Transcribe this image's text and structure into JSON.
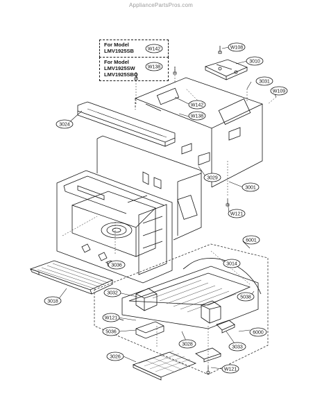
{
  "watermark": "AppliancePartsPros.com",
  "model_notes": {
    "note1": {
      "lines": [
        "For Model",
        "LMV1925SB"
      ],
      "ref": "W142"
    },
    "note2": {
      "lines": [
        "For Model",
        "LMV1925SW",
        "LMV1925SBQ"
      ],
      "ref": "W138"
    }
  },
  "callouts": {
    "w108": "W108",
    "c3010": "3010",
    "c3031": "3031",
    "w109": "W109",
    "w142": "W142",
    "w138": "W138",
    "c3024": "3024",
    "c3029": "3029",
    "c3001": "3001",
    "w121a": "W121",
    "c6001": "6001",
    "c3014": "3014",
    "c3036": "3036",
    "c3032": "3032",
    "c3018": "3018",
    "c5038": "5038",
    "w121b": "W121",
    "c5036": "5036",
    "c6000": "6000",
    "c3028": "3028",
    "c3033": "3033",
    "c3026": "3026",
    "w121c": "W121"
  }
}
